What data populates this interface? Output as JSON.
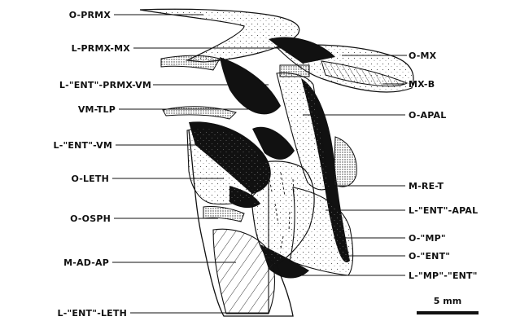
{
  "labels_left": [
    {
      "key": "o_prmx",
      "text": "O-PRMX"
    },
    {
      "key": "l_prmx_mx",
      "text": "L-PRMX-MX"
    },
    {
      "key": "l_ent_prmx_vm",
      "text": "L-\"ENT\"-PRMX-VM"
    },
    {
      "key": "vm_tlp",
      "text": "VM-TLP"
    },
    {
      "key": "l_ent_vm",
      "text": "L-\"ENT\"-VM"
    },
    {
      "key": "o_leth",
      "text": "O-LETH"
    },
    {
      "key": "o_osph",
      "text": "O-OSPH"
    },
    {
      "key": "m_ad_ap",
      "text": "M-AD-AP"
    },
    {
      "key": "l_ent_leth",
      "text": "L-\"ENT\"-LETH"
    }
  ],
  "labels_right": [
    {
      "key": "o_mx",
      "text": "O-MX"
    },
    {
      "key": "mx_b",
      "text": "MX-B"
    },
    {
      "key": "o_apal",
      "text": "O-APAL"
    },
    {
      "key": "m_re_t",
      "text": "M-RE-T"
    },
    {
      "key": "l_ent_apal",
      "text": "L-\"ENT\"-APAL"
    },
    {
      "key": "o_mp",
      "text": "O-\"MP\""
    },
    {
      "key": "o_ent",
      "text": "O-\"ENT\""
    },
    {
      "key": "l_mp_ent",
      "text": "L-\"MP\"-\"ENT\""
    }
  ],
  "scale_bar": {
    "label": "5 mm"
  }
}
